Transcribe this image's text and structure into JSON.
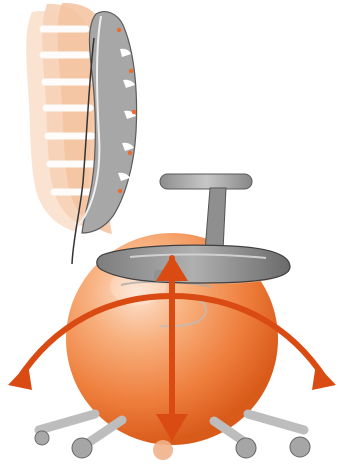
{
  "illustration": {
    "subject": "office-chair-motion-diagram"
  },
  "colors": {
    "ball_light": "#fbc7a5",
    "ball_mid": "#f39a5a",
    "ball_dark": "#e35d16",
    "arrow": "#d94b13",
    "chair_grey": "#a3a3a3",
    "chair_dark": "#4a4a4a",
    "ghost": "#f3c8a8",
    "caster": "#bfbfbf"
  },
  "icons": {
    "vertical_arrow": "double-arrow-vertical",
    "horizontal_arc": "double-arrow-arc"
  }
}
